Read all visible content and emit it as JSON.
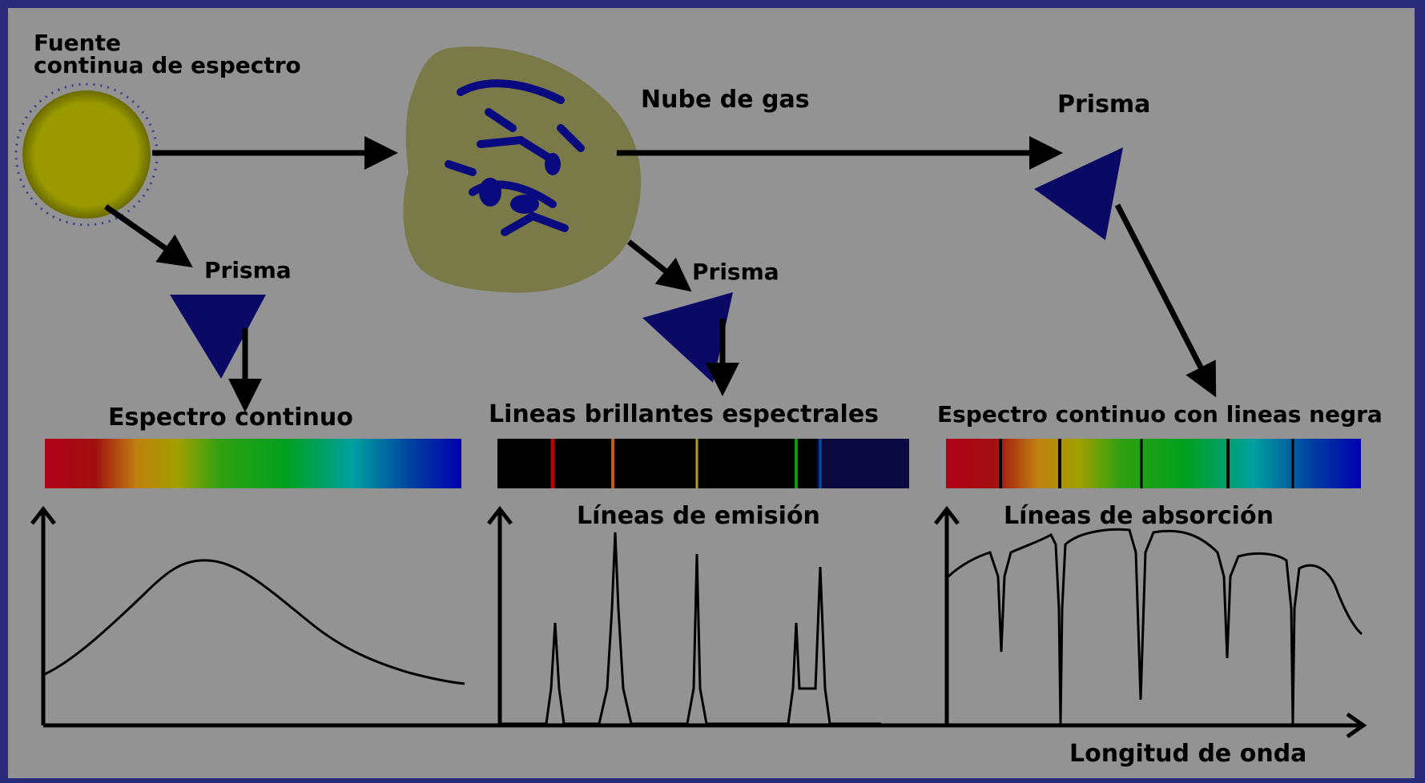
{
  "labels": {
    "source": [
      "Fuente",
      "continua de espectro"
    ],
    "gas_cloud": "Nube de gas",
    "prism_top_right": "Prisma",
    "prism_left": "Prisma",
    "prism_middle": "Prisma",
    "spectrum_continuous": "Espectro continuo",
    "spectrum_emission": "Lineas brillantes espectrales",
    "spectrum_absorption": "Espectro continuo con lineas negra",
    "graph_emission": "Líneas de emisión",
    "graph_absorption": "Líneas de absorción",
    "x_axis": "Longitud de onda"
  },
  "colors": {
    "frame": "#2a2a7a",
    "background": "#939393",
    "star": "#9a9a00",
    "cloud": "#7a7a48",
    "prism": "#0a0a66",
    "ink": "#000000"
  },
  "icons": {
    "star": "star-icon",
    "cloud": "gas-cloud-icon",
    "prism": "prism-icon"
  }
}
